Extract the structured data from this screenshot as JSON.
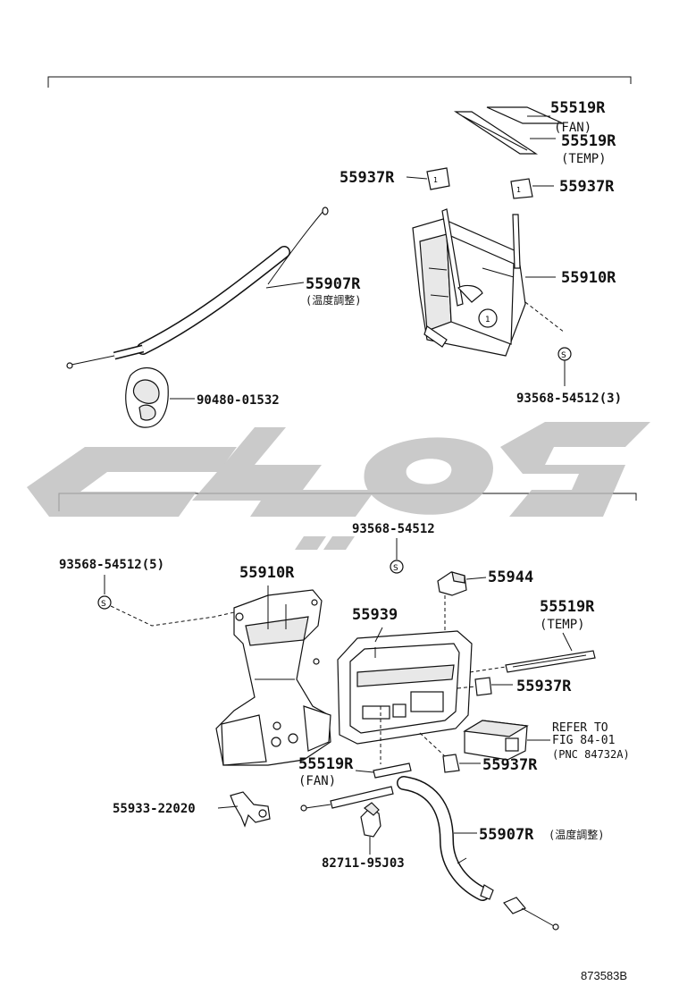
{
  "watermark_color": "#bdbdbd",
  "upper": {
    "label_55519R_fan": "55519R",
    "label_fan": "(FAN)",
    "label_55519R_temp": "55519R",
    "label_temp": "(TEMP)",
    "label_55937R_left": "55937R",
    "label_55937R_right": "55937R",
    "label_55907R": "55907R",
    "label_55907R_sub": "(温度調整)",
    "label_55910R": "55910R",
    "label_90480": "90480-01532",
    "label_93568": "93568-54512(3)"
  },
  "lower": {
    "label_93568_5": "93568-54512(5)",
    "label_55910R": "55910R",
    "label_93568": "93568-54512",
    "label_55944": "55944",
    "label_55939": "55939",
    "label_55519R_temp": "55519R",
    "label_temp": "(TEMP)",
    "label_55937R_a": "55937R",
    "label_refer_1": "REFER TO",
    "label_refer_2": "FIG 84-01",
    "label_refer_3": "(PNC 84732A)",
    "label_55519R_fan": "55519R",
    "label_fan": "(FAN)",
    "label_55937R_b": "55937R",
    "label_55933": "55933-22020",
    "label_55907R": "55907R",
    "label_55907R_sub": "(温度調整)",
    "label_82711": "82711-95J03"
  },
  "footer_code": "873583B"
}
